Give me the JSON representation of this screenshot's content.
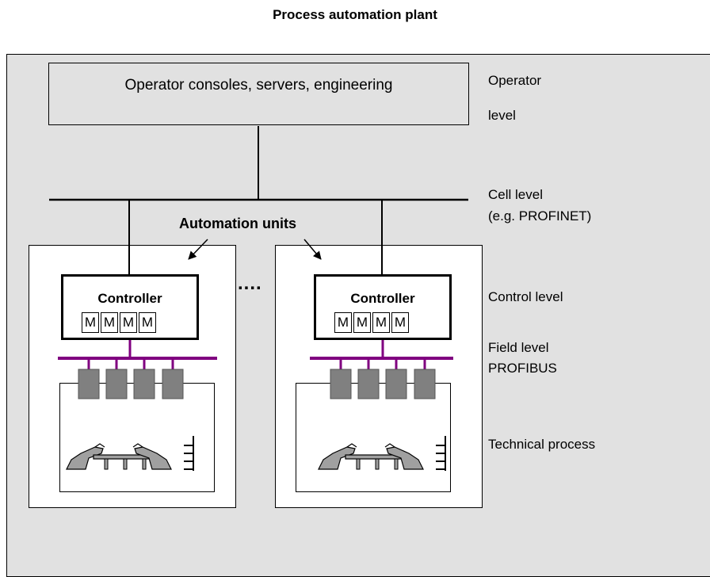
{
  "title": "Process automation plant",
  "operator_box": {
    "text": "Operator consoles, servers, engineering"
  },
  "levels": {
    "operator_line1": "Operator",
    "operator_line2": "level",
    "cell_line1": "Cell level",
    "cell_line2": "(e.g. PROFINET)",
    "control": "Control level",
    "field_line1": "Field level",
    "field_line2": "PROFIBUS",
    "technical": "Technical process"
  },
  "automation_units_label": "Automation units",
  "ellipsis": "....",
  "units": [
    {
      "controller_label": "Controller",
      "modules": [
        "M",
        "M",
        "M",
        "M"
      ]
    },
    {
      "controller_label": "Controller",
      "modules": [
        "M",
        "M",
        "M",
        "M"
      ]
    }
  ],
  "colors": {
    "plant_background": "#e1e1e1",
    "profibus_bus": "#800080",
    "field_device": "#808080",
    "robot": "#a0a0a0"
  }
}
